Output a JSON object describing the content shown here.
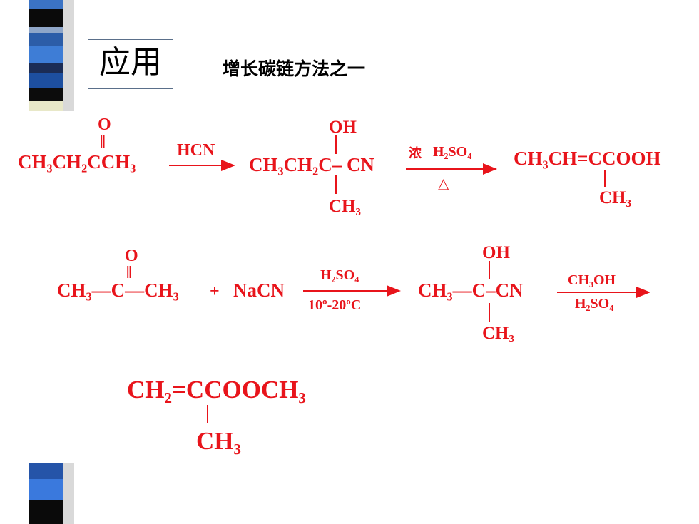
{
  "slide": {
    "title": "应用",
    "subtitle": "增长碳链方法之一",
    "reaction_color": "#e8141b"
  },
  "reaction1": {
    "reactant_o": "O",
    "reactant_dbl": "‖",
    "reactant": "CH₃CH₂CCH₃",
    "reagent": "HCN",
    "intermediate_oh": "OH",
    "intermediate": "CH₃CH₂C– CN",
    "intermediate_ch3": "CH₃",
    "cond_top_a": "浓",
    "cond_top_b": "H₂SO₄",
    "cond_bottom": "△",
    "product": "CH₃CH=CCOOH",
    "product_ch3": "CH₃"
  },
  "reaction2": {
    "reactant_o": "O",
    "reactant_dbl": "‖",
    "reactant": "CH₃—C—CH₃",
    "plus": "+",
    "nacn": "NaCN",
    "cond_top": "H₂SO₄",
    "cond_bottom": "10º-20ºC",
    "intermediate_oh": "OH",
    "intermediate": "CH₃—C–CN",
    "intermediate_ch3": "CH₃",
    "cond2_top": "CH₃OH",
    "cond2_bottom": "H₂SO₄",
    "product": "CH₂=CCOOCH₃",
    "product_ch3": "CH₃"
  }
}
